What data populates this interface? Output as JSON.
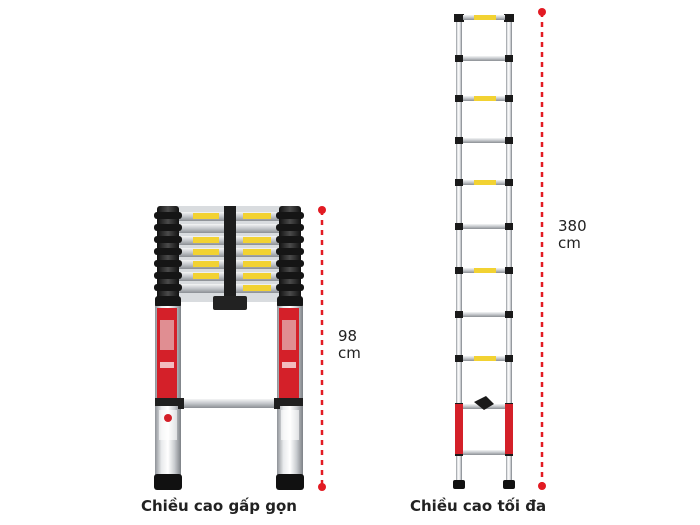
{
  "folded": {
    "height_value": "98",
    "height_unit": "cm",
    "caption": "Chiều cao gấp gọn"
  },
  "extended": {
    "height_value": "380",
    "height_unit": "cm",
    "caption": "Chiều cao tối đa"
  },
  "colors": {
    "dimension_line": "#e21b23",
    "aluminum": "#c9ccd0",
    "black_parts": "#1f1f1f",
    "yellow_labels": "#f2d232",
    "red_label": "#d42029"
  }
}
